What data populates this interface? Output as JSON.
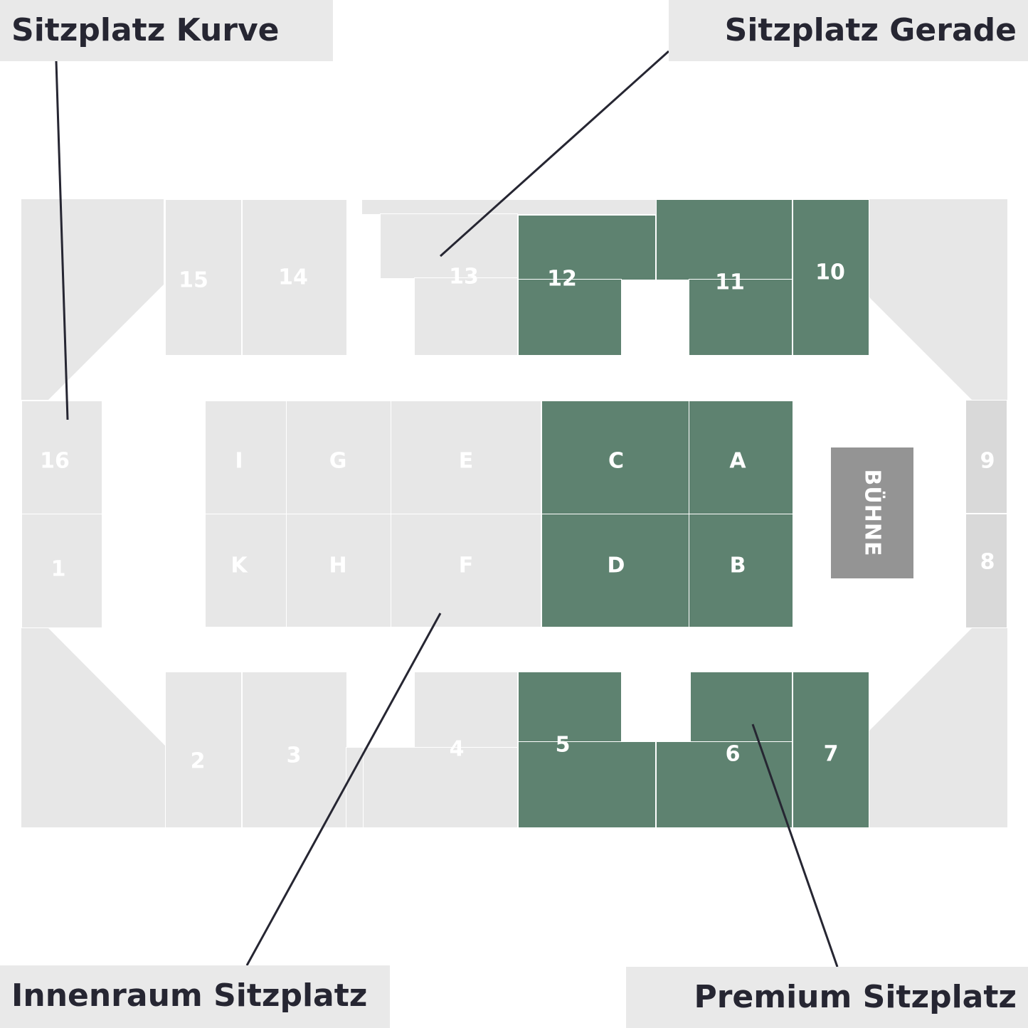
{
  "colors": {
    "standard": "#e7e7e7",
    "premium": "#5e8270",
    "stage": "#949494",
    "label": "#ffffff",
    "callout_bg": "#e9e9e9",
    "callout_text": "#262632"
  },
  "callouts": {
    "kurve": "Sitzplatz Kurve",
    "gerade": "Sitzplatz Gerade",
    "innenraum": "Innenraum Sitzplatz",
    "premium": "Premium Sitzplatz"
  },
  "stage": {
    "label": "BÜHNE"
  },
  "blocks": {
    "b1": "1",
    "b2": "2",
    "b3": "3",
    "b4": "4",
    "b5": "5",
    "b6": "6",
    "b7": "7",
    "b8": "8",
    "b9": "9",
    "b10": "10",
    "b11": "11",
    "b12": "12",
    "b13": "13",
    "b14": "14",
    "b15": "15",
    "b16": "16",
    "A": "A",
    "B": "B",
    "C": "C",
    "D": "D",
    "E": "E",
    "F": "F",
    "G": "G",
    "H": "H",
    "I": "I",
    "K": "K"
  },
  "premium_blocks": [
    "5",
    "6",
    "7",
    "10",
    "11",
    "12",
    "A",
    "B",
    "C",
    "D"
  ]
}
